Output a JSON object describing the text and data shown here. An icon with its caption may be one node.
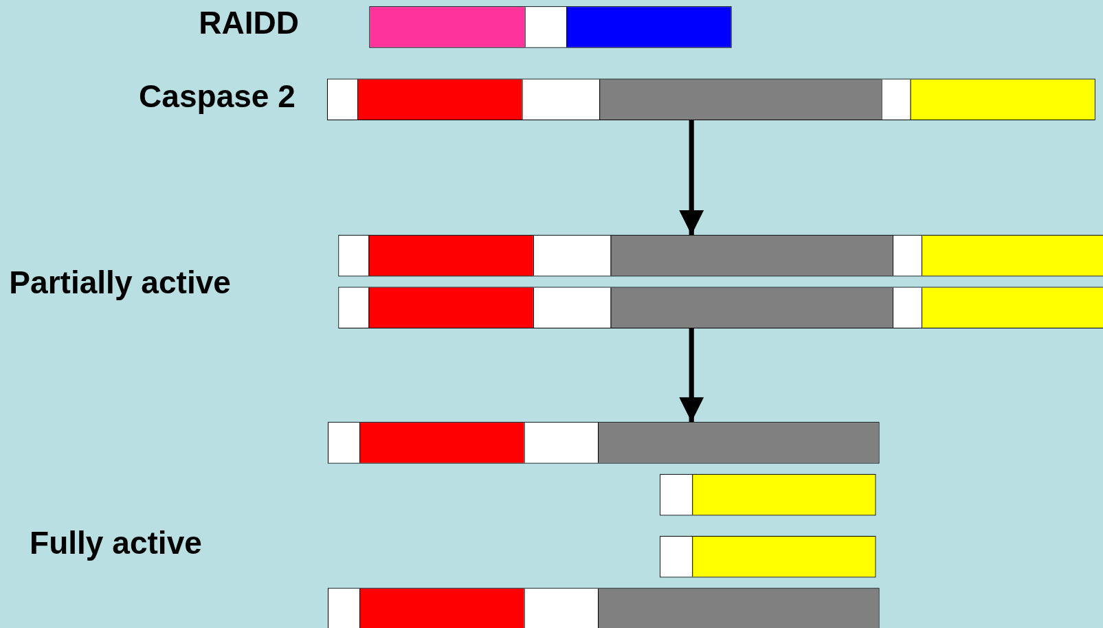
{
  "diagram": {
    "nodes": [
      {
        "text": [],
        "shape": "bar"
      },
      {
        "text": [],
        "shape": "bar"
      },
      {
        "text": [],
        "shape": "bar"
      },
      {
        "text": [],
        "shape": "bar"
      },
      {
        "text": [],
        "shape": "bar"
      },
      {
        "text": [],
        "shape": "bar"
      },
      {
        "text": [],
        "shape": "bar"
      },
      {
        "text": [],
        "shape": "bar"
      }
    ],
    "edges": [
      {
        "from": 1,
        "to": 2,
        "arrow": "to"
      },
      {
        "from": 3,
        "to": 4,
        "arrow": "to"
      }
    ],
    "labels": [
      "RAIDD",
      "Caspase 2",
      "Partially active",
      "Fully active"
    ]
  }
}
